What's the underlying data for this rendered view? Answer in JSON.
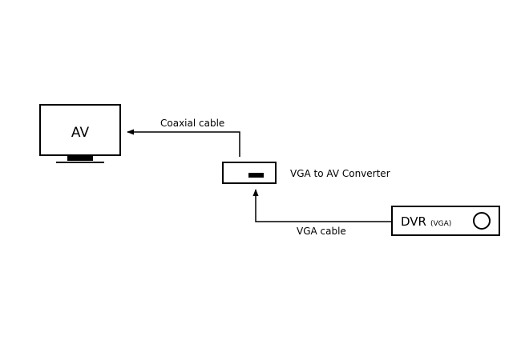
{
  "diagram": {
    "tv": {
      "label": "AV"
    },
    "converter": {
      "label": "VGA to AV Converter"
    },
    "dvr": {
      "label": "DVR",
      "sublabel": "(VGA)"
    },
    "cables": {
      "coaxial": "Coaxial cable",
      "vga": "VGA cable"
    },
    "stroke_color": "#000000"
  }
}
